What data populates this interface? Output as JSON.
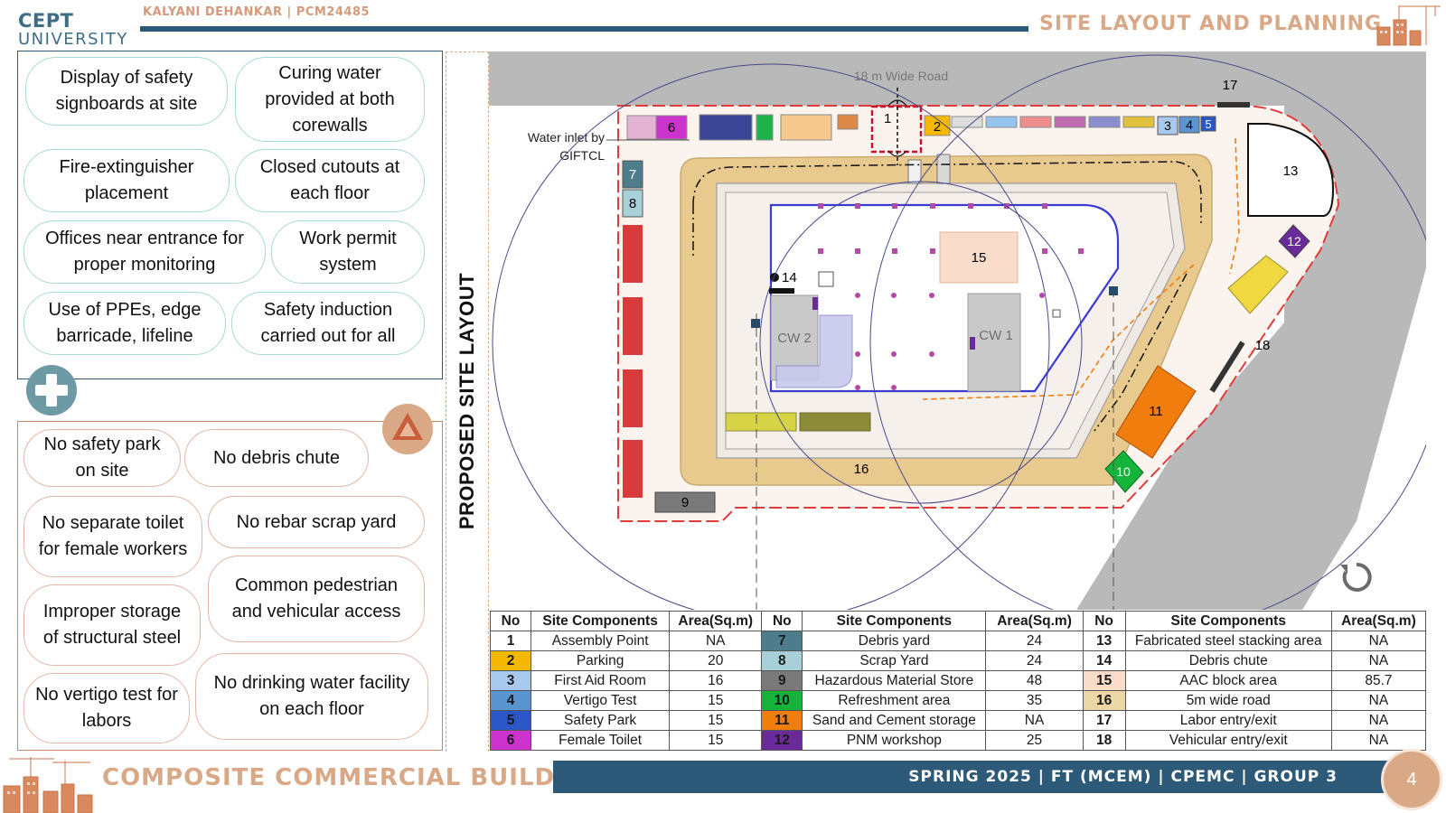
{
  "header": {
    "logo_line1": "CEPT",
    "logo_line2": "UNIVERSITY",
    "author": "KALYANI DEHANKAR | PCM24485",
    "title": "SITE LAYOUT AND PLANNING"
  },
  "measures": {
    "icon": "plus-icon",
    "items": [
      "Display of safety signboards at site",
      "Curing water provided at both corewalls",
      "Fire-extinguisher placement",
      "Closed cutouts at each floor",
      "Offices near entrance for proper monitoring",
      "Work permit system",
      "Use of PPEs, edge barricade, lifeline",
      "Safety induction carried out for all"
    ]
  },
  "issues": {
    "icon": "warning-triangle-icon",
    "items": [
      "No safety park on site",
      "No debris chute",
      "No separate toilet for female workers",
      "No rebar scrap yard",
      "Improper storage of structural steel",
      "Common pedestrian and vehicular access",
      "No vertigo test for labors",
      "No drinking water facility on each floor"
    ]
  },
  "layout_label": "PROPOSED SITE LAYOUT",
  "site_plan": {
    "road_label": "18 m Wide Road",
    "water_inlet_label": "Water inlet by GIFTCL",
    "corewall_1": "CW 1",
    "corewall_2": "CW 2",
    "marker_numbers": [
      "1",
      "2",
      "3",
      "4",
      "5",
      "6",
      "7",
      "8",
      "9",
      "10",
      "11",
      "12",
      "13",
      "14",
      "15",
      "16",
      "17",
      "18"
    ],
    "refresh_icon": "rotate-icon"
  },
  "legend": {
    "headers": [
      "No",
      "Site Components",
      "Area(Sq.m)",
      "No",
      "Site Components",
      "Area(Sq.m)",
      "No",
      "Site Components",
      "Area(Sq.m)"
    ],
    "rows": [
      {
        "no1": "1",
        "c1": "Assembly Point",
        "a1": "NA",
        "col1": "#ffffff",
        "no2": "7",
        "c2": "Debris yard",
        "a2": "24",
        "col2": "#4d7d8d",
        "no3": "13",
        "c3": "Fabricated steel stacking area",
        "a3": "NA",
        "col3": "#ffffff"
      },
      {
        "no1": "2",
        "c1": "Parking",
        "a1": "20",
        "col1": "#f5b800",
        "no2": "8",
        "c2": "Scrap Yard",
        "a2": "24",
        "col2": "#a8d0d8",
        "no3": "14",
        "c3": "Debris chute",
        "a3": "NA",
        "col3": "#ffffff"
      },
      {
        "no1": "3",
        "c1": "First Aid Room",
        "a1": "16",
        "col1": "#a9c8ee",
        "no2": "9",
        "c2": "Hazardous Material Store",
        "a2": "48",
        "col2": "#7a7a7a",
        "no3": "15",
        "c3": "AAC block area",
        "a3": "85.7",
        "col3": "#fadccb"
      },
      {
        "no1": "4",
        "c1": "Vertigo Test",
        "a1": "15",
        "col1": "#5b95cf",
        "no2": "10",
        "c2": "Refreshment area",
        "a2": "35",
        "col2": "#14b33a",
        "no3": "16",
        "c3": "5m wide road",
        "a3": "NA",
        "col3": "#eed7a6"
      },
      {
        "no1": "5",
        "c1": "Safety Park",
        "a1": "15",
        "col1": "#2a56c6",
        "no2": "11",
        "c2": "Sand and Cement storage",
        "a2": "NA",
        "col2": "#f07d0e",
        "no3": "17",
        "c3": "Labor entry/exit",
        "a3": "NA",
        "col3": "#ffffff"
      },
      {
        "no1": "6",
        "c1": "Female Toilet",
        "a1": "15",
        "col1": "#cc33cc",
        "no2": "12",
        "c2": "PNM workshop",
        "a2": "25",
        "col2": "#6a2a9a",
        "no3": "18",
        "c3": "Vehicular entry/exit",
        "a3": "NA",
        "col3": "#ffffff"
      }
    ]
  },
  "footer": {
    "project": "COMPOSITE COMMERCIAL BUILDING",
    "info": "SPRING 2025 | FT (MCEM) | CPEMC | GROUP 3",
    "page": "4"
  },
  "colors": {
    "navy": "#2d5a78",
    "peach": "#d9a887",
    "teal_border": "#a9d8d8",
    "peach_border": "#e4b7a3"
  }
}
